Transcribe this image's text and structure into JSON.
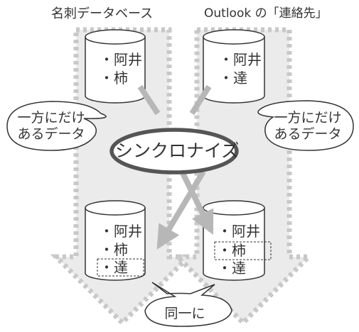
{
  "headers": {
    "left": "名刺データベース",
    "right": "Outlook の「連絡先」"
  },
  "databases": {
    "top_left": [
      "・阿井",
      "・柿"
    ],
    "top_right": [
      "・阿井",
      "・達"
    ],
    "bottom_left": [
      "・阿井",
      "・柿",
      "・達"
    ],
    "bottom_right": [
      "・阿井",
      "・柿",
      "・達"
    ]
  },
  "callouts": {
    "left": [
      "一方にだけ",
      "あるデータ"
    ],
    "right": [
      "一方にだけ",
      "あるデータ"
    ],
    "bottom": "同一に"
  },
  "center_label": "シンクロナイズ",
  "colors": {
    "big_arrow_fill": "#ebebeb",
    "big_arrow_outline": "#c8c8c8",
    "sync_arrow": "#b7b7b7",
    "stroke": "#333333"
  }
}
